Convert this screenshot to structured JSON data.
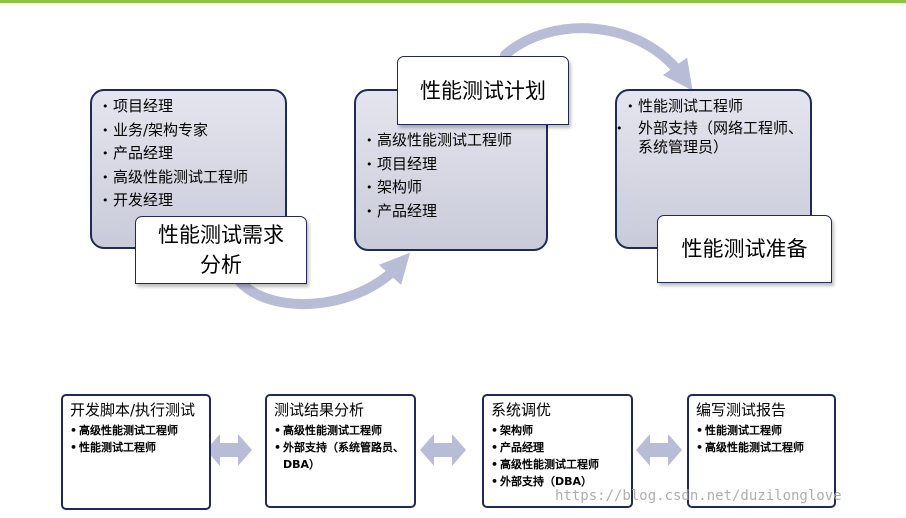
{
  "colors": {
    "accent_line": "#8bc53f",
    "box_border": "#1f2a5a",
    "arrow": "#b8bcd6"
  },
  "phases": [
    {
      "title": "性能测试需求\n分析",
      "items": [
        "项目经理",
        "业务/架构专家",
        "产品经理",
        "高级性能测试工程师",
        "开发经理"
      ]
    },
    {
      "title": "性能测试计划",
      "items": [
        "高级性能测试工程师",
        "项目经理",
        "架构师",
        "产品经理"
      ]
    },
    {
      "title": "性能测试准备",
      "items": [
        "性能测试工程师",
        "外部支持（网络工程师、系统管理员）"
      ]
    }
  ],
  "steps": [
    {
      "title": "开发脚本/执行测试",
      "items": [
        "高级性能测试工程师",
        "性能测试工程师"
      ]
    },
    {
      "title": "测试结果分析",
      "items": [
        "高级性能测试工程师",
        "外部支持（系统管路员、DBA）"
      ]
    },
    {
      "title": "系统调优",
      "items": [
        "架构师",
        "产品经理",
        "高级性能测试工程师",
        "外部支持（DBA）"
      ]
    },
    {
      "title": "编写测试报告",
      "items": [
        "性能测试工程师",
        "高级性能测试工程师"
      ]
    }
  ],
  "watermark": "https://blog.csdn.net/duzilonglove"
}
